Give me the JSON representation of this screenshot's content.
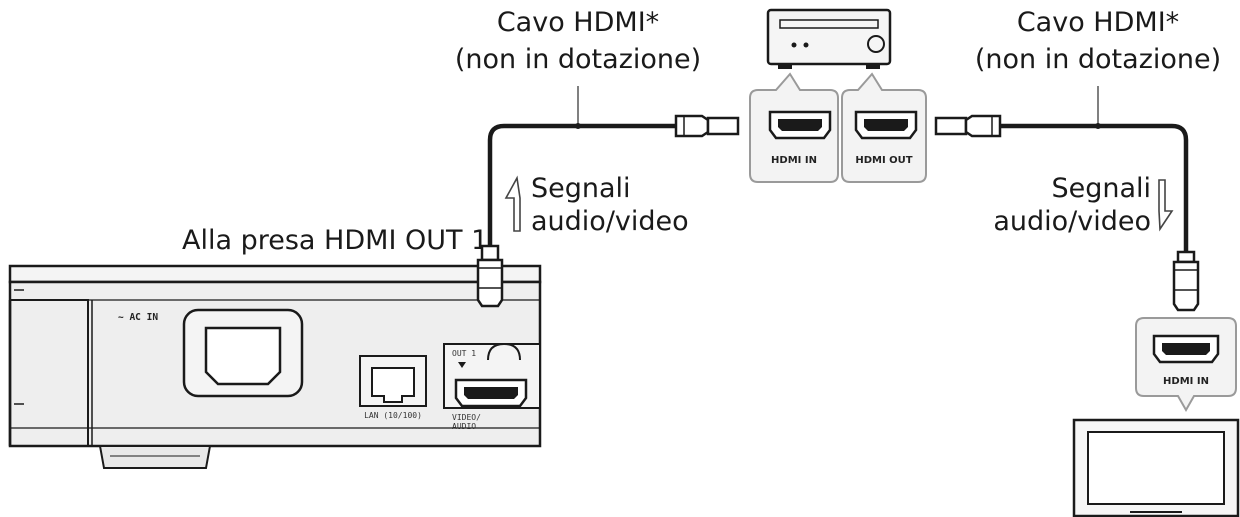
{
  "labels": {
    "cable_left_line1": "Cavo HDMI*",
    "cable_left_line2": "(non in dotazione)",
    "cable_right_line1": "Cavo HDMI*",
    "cable_right_line2": "(non in dotazione)",
    "signal_left_line1": "Segnali",
    "signal_left_line2": "audio/video",
    "signal_right_line1": "Segnali",
    "signal_right_line2": "audio/video",
    "player_jack": "Alla presa HDMI OUT 1"
  },
  "receiver": {
    "port_in": "HDMI IN",
    "port_out": "HDMI OUT"
  },
  "tv": {
    "port_in": "HDMI IN"
  },
  "player": {
    "ac_in": "~ AC IN",
    "lan": "LAN (10/100)",
    "out1": "OUT 1",
    "video_audio_line1": "VIDEO/",
    "video_audio_line2": "AUDIO"
  },
  "colors": {
    "panel_fill": "#eeeeee",
    "callout_fill": "#f3f3f3",
    "stroke": "#1a1a1a",
    "callout_stroke": "#9a9a9a"
  }
}
